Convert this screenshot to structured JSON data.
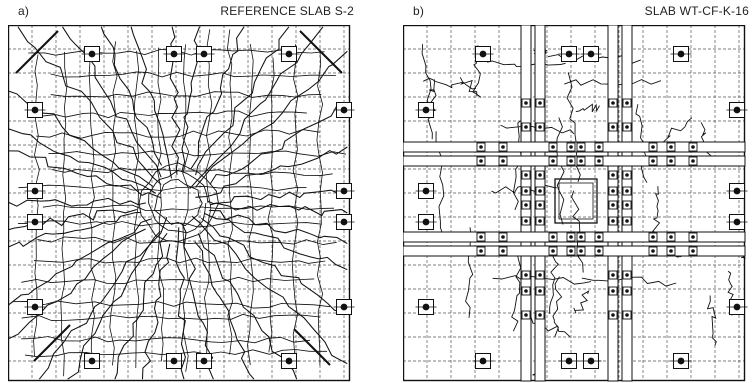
{
  "panels": [
    {
      "tag": "a)",
      "title": "REFERENCE SLAB  S-2"
    },
    {
      "tag": "b)",
      "title": "SLAB  WT-CF-K-16"
    }
  ],
  "colors": {
    "ink": "#111111",
    "grid": "#555555",
    "strip": "#ffffff"
  }
}
